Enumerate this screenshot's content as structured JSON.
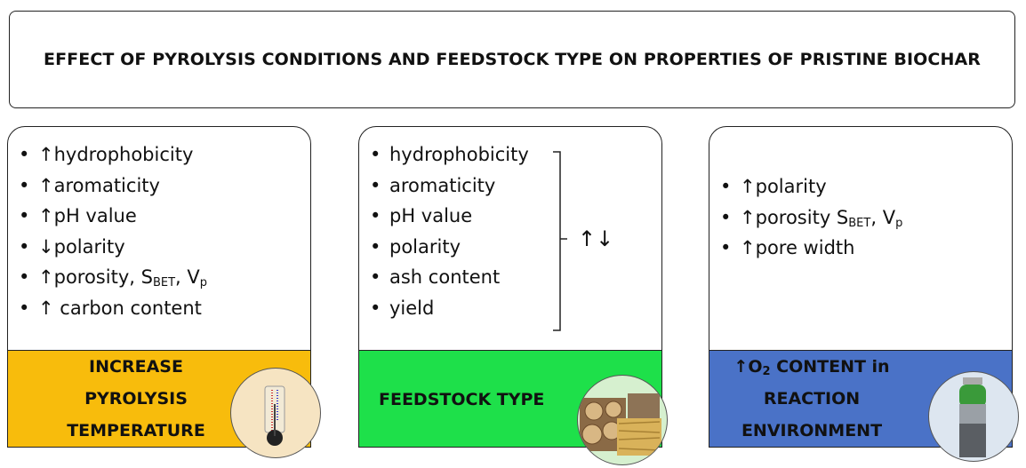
{
  "title": "EFFECT OF PYROLYSIS CONDITIONS AND FEEDSTOCK TYPE ON PROPERTIES OF PRISTINE BIOCHAR",
  "panels": [
    {
      "label_lines": [
        "INCREASE",
        "PYROLYSIS",
        "TEMPERATURE"
      ],
      "items": [
        {
          "arrow": "↑",
          "text": "hydrophobicity"
        },
        {
          "arrow": "↑",
          "text": "aromaticity"
        },
        {
          "arrow": "↑",
          "text": "pH value"
        },
        {
          "arrow": "↓",
          "text": "polarity"
        },
        {
          "arrow": "↑",
          "text": "porosity, S",
          "sub1": "BET",
          "mid": ", V",
          "sub2": "p"
        },
        {
          "arrow": "↑",
          "text": " carbon content"
        }
      ],
      "color": "#f8bc0c",
      "icon": "thermometer-icon"
    },
    {
      "label": "FEEDSTOCK TYPE",
      "items": [
        "hydrophobicity",
        "aromaticity",
        "pH value",
        "polarity",
        "ash content",
        "yield"
      ],
      "bracket_arrows": "↑↓",
      "color": "#1ee04a",
      "icon": "wood-straw-icon"
    },
    {
      "label_line1_arrow": "↑",
      "label_line1_main": "O",
      "label_line1_sub": "2",
      "label_line1_rest": " CONTENT in",
      "label_lines_rest": [
        "REACTION",
        "ENVIRONMENT"
      ],
      "items": [
        {
          "arrow": "↑",
          "text": "polarity"
        },
        {
          "arrow": "↑",
          "text": "porosity S",
          "sub1": "BET",
          "mid": ", V",
          "sub2": "p"
        },
        {
          "arrow": "↑",
          "text": "pore width"
        }
      ],
      "color": "#4a72c7",
      "icon": "gas-cylinder-icon"
    }
  ]
}
